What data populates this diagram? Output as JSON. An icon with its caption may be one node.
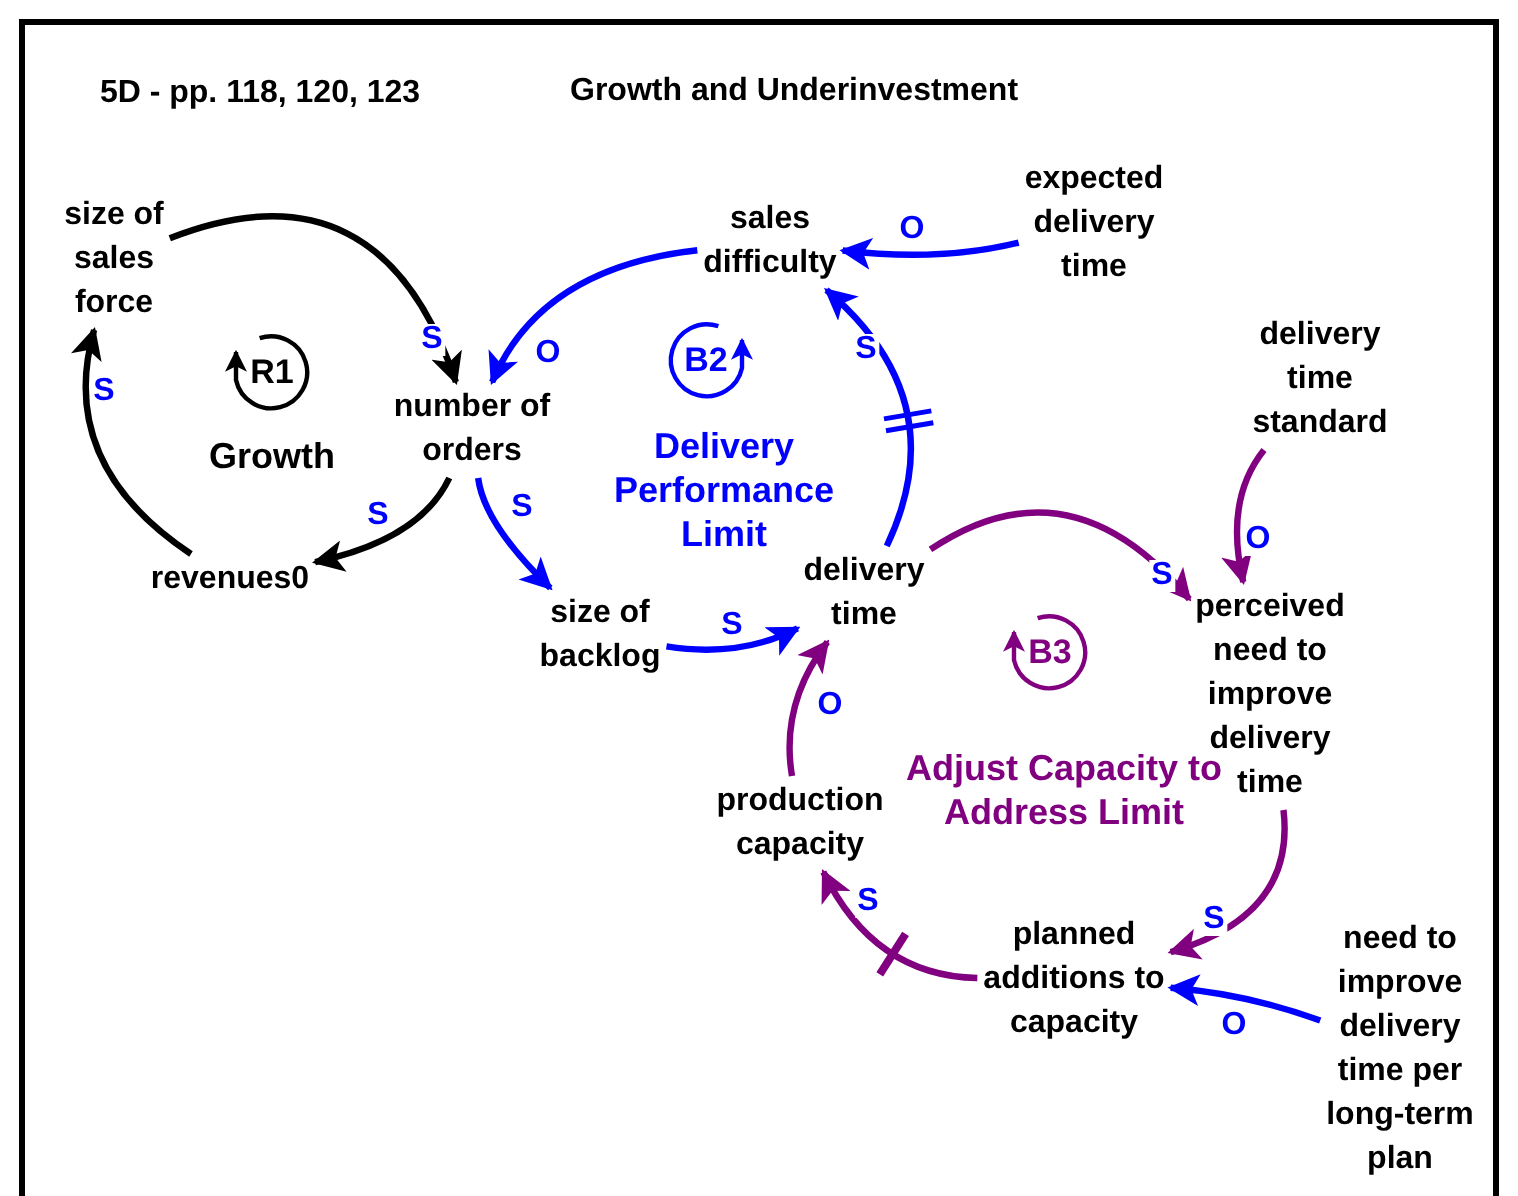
{
  "diagram": {
    "title": "Growth and Underinvestment",
    "nodes": [
      {
        "text": [
          "size of sales force"
        ]
      },
      {
        "text": [
          "number of orders"
        ]
      },
      {
        "text": [
          "revenues0"
        ]
      },
      {
        "text": [
          "sales difficulty"
        ]
      },
      {
        "text": [
          "expected delivery time"
        ]
      },
      {
        "text": [
          "size of backlog"
        ]
      },
      {
        "text": [
          "delivery time"
        ]
      },
      {
        "text": [
          "delivery time standard"
        ]
      },
      {
        "text": [
          "perceived need to improve delivery time"
        ]
      },
      {
        "text": [
          "production capacity"
        ]
      },
      {
        "text": [
          "planned additions to capacity"
        ]
      },
      {
        "text": [
          "need to improve delivery time per long-term plan"
        ]
      }
    ],
    "edges": [
      {
        "from": 0,
        "to": 1,
        "arrow": "to",
        "label": "S",
        "color": "#000000"
      },
      {
        "from": 1,
        "to": 2,
        "arrow": "to",
        "label": "S",
        "color": "#000000"
      },
      {
        "from": 2,
        "to": 0,
        "arrow": "to",
        "label": "S",
        "color": "#000000"
      },
      {
        "from": 3,
        "to": 1,
        "arrow": "to",
        "label": "O"
      },
      {
        "from": 1,
        "to": 5,
        "arrow": "to",
        "label": "S"
      },
      {
        "from": 5,
        "to": 6,
        "arrow": "to",
        "label": "S"
      },
      {
        "from": 6,
        "to": 3,
        "arrow": "to",
        "label": "S"
      },
      {
        "from": 4,
        "to": 3,
        "arrow": "to",
        "label": "O"
      },
      {
        "from": 6,
        "to": 8,
        "arrow": "to",
        "label": "S",
        "color": "#800080"
      },
      {
        "from": 7,
        "to": 8,
        "arrow": "to",
        "label": "O",
        "color": "#800080"
      },
      {
        "from": 8,
        "to": 10,
        "arrow": "to",
        "label": "S",
        "color": "#800080"
      },
      {
        "from": 11,
        "to": 10,
        "arrow": "to",
        "label": "O"
      },
      {
        "from": 10,
        "to": 9,
        "arrow": "to",
        "label": "S",
        "color": "#800080"
      },
      {
        "from": 9,
        "to": 6,
        "arrow": "to",
        "label": "O",
        "color": "#800080"
      }
    ],
    "labels": [
      "5D - pp. 118, 120, 123",
      "R1",
      "Growth",
      "B2",
      "Delivery Performance Limit",
      "B3",
      "Adjust Capacity to Address Limit"
    ]
  }
}
